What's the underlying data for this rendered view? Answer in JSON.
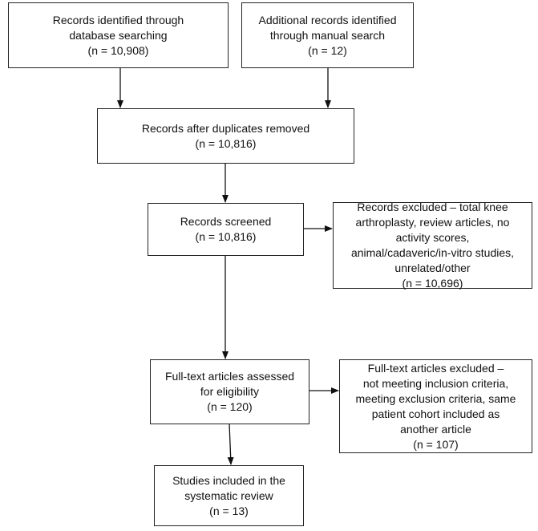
{
  "boxes": {
    "database": {
      "lines": [
        "Records identified through",
        "database searching",
        "(n = 10,908)"
      ]
    },
    "manual": {
      "lines": [
        "Additional records identified",
        "through manual search",
        "(n = 12)"
      ]
    },
    "duplicates": {
      "lines": [
        "Records after duplicates removed",
        "(n = 10,816)"
      ]
    },
    "screened": {
      "lines": [
        "Records screened",
        "(n = 10,816)"
      ]
    },
    "excluded_records": {
      "lines": [
        "Records excluded – total knee",
        "arthroplasty, review articles, no",
        "activity scores,",
        "animal/cadaveric/in-vitro studies,",
        "unrelated/other",
        "(n = 10,696)"
      ]
    },
    "fulltext": {
      "lines": [
        "Full-text articles assessed",
        "for eligibility",
        "(n = 120)"
      ]
    },
    "excluded_fulltext": {
      "lines": [
        "Full-text articles excluded –",
        "not meeting inclusion criteria,",
        "meeting exclusion criteria, same",
        "patient cohort included as",
        "another article",
        "(n = 107)"
      ]
    },
    "included": {
      "lines": [
        "Studies included in the",
        "systematic review",
        "(n = 13)"
      ]
    }
  }
}
